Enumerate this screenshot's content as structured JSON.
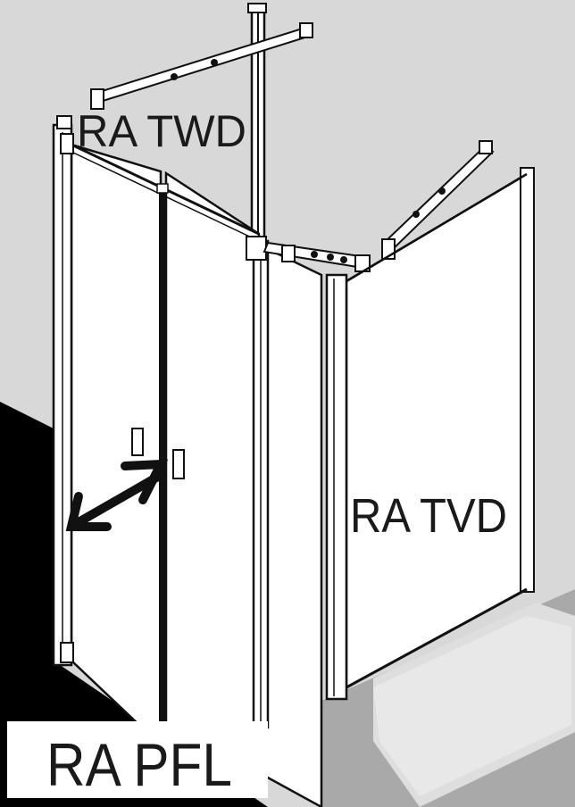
{
  "labels": {
    "top_left": "RA TWD",
    "side_panel": "RA TVD",
    "bottom_box": "RA PFL"
  },
  "colors": {
    "background": "#d8d8d8",
    "floor": "#a9a9a9",
    "floor_light": "#dedede",
    "black_region": "#000000",
    "glass": "#ffffff",
    "outline": "#111111"
  },
  "icons": {
    "arrow": "double-headed-swing-arrow",
    "handle": "door-handle"
  }
}
